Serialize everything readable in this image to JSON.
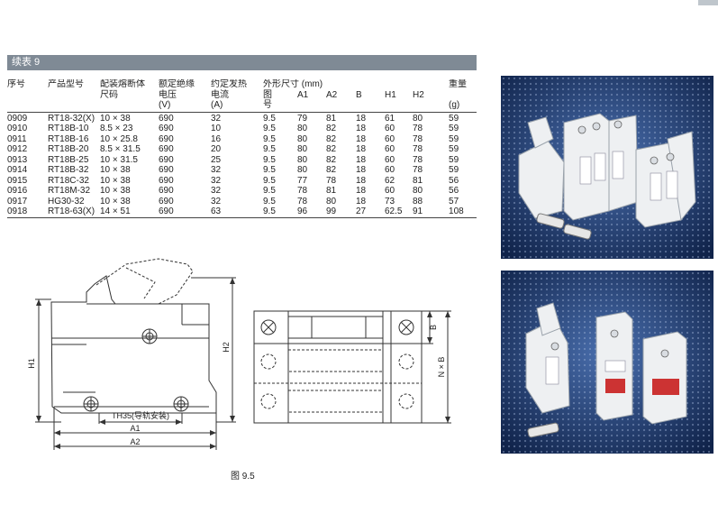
{
  "table": {
    "title": "续表 9",
    "headers": {
      "seq": "序号",
      "model": "产品型号",
      "fuse": [
        "配装熔断体",
        "尺码"
      ],
      "voltage": [
        "额定绝缘",
        "电压",
        "(V)"
      ],
      "current": [
        "约定发热",
        "电流",
        "(A)"
      ],
      "dims": "外形尺寸 (mm)",
      "fig": [
        "图",
        "号"
      ],
      "a1": "A1",
      "a2": "A2",
      "b": "B",
      "h1": "H1",
      "h2": "H2",
      "weight": [
        "重量",
        "",
        "(g)"
      ]
    },
    "rows": [
      [
        "0909",
        "RT18-32(X)",
        "10 × 38",
        "690",
        "32",
        "9.5",
        "79",
        "81",
        "18",
        "61",
        "80",
        "59"
      ],
      [
        "0910",
        "RT18B-10",
        "8.5 × 23",
        "690",
        "10",
        "9.5",
        "80",
        "82",
        "18",
        "60",
        "78",
        "59"
      ],
      [
        "0911",
        "RT18B-16",
        "10 × 25.8",
        "690",
        "16",
        "9.5",
        "80",
        "82",
        "18",
        "60",
        "78",
        "59"
      ],
      [
        "0912",
        "RT18B-20",
        "8.5 × 31.5",
        "690",
        "20",
        "9.5",
        "80",
        "82",
        "18",
        "60",
        "78",
        "59"
      ],
      [
        "0913",
        "RT18B-25",
        "10 × 31.5",
        "690",
        "25",
        "9.5",
        "80",
        "82",
        "18",
        "60",
        "78",
        "59"
      ],
      [
        "0914",
        "RT18B-32",
        "10 × 38",
        "690",
        "32",
        "9.5",
        "80",
        "82",
        "18",
        "60",
        "78",
        "59"
      ],
      [
        "0915",
        "RT18C-32",
        "10 × 38",
        "690",
        "32",
        "9.5",
        "77",
        "78",
        "18",
        "62",
        "81",
        "56"
      ],
      [
        "0916",
        "RT18M-32",
        "10 × 38",
        "690",
        "32",
        "9.5",
        "78",
        "81",
        "18",
        "60",
        "80",
        "56"
      ],
      [
        "0917",
        "HG30-32",
        "10 × 38",
        "690",
        "32",
        "9.5",
        "78",
        "80",
        "18",
        "73",
        "88",
        "57"
      ],
      [
        "0918",
        "RT18-63(X)",
        "14 × 51",
        "690",
        "63",
        "9.5",
        "96",
        "99",
        "27",
        "62.5",
        "91",
        "108"
      ]
    ]
  },
  "drawing": {
    "h1": "H1",
    "h2": "H2",
    "rail": "TH35(导轨安装)",
    "a1": "A1",
    "a2": "A2",
    "b": "B",
    "nb": "N × B",
    "caption": "图 9.5"
  },
  "photos": {
    "background": "#2d4f8a",
    "module_color": "#eef0f2",
    "accent_red": "#cc3333"
  }
}
